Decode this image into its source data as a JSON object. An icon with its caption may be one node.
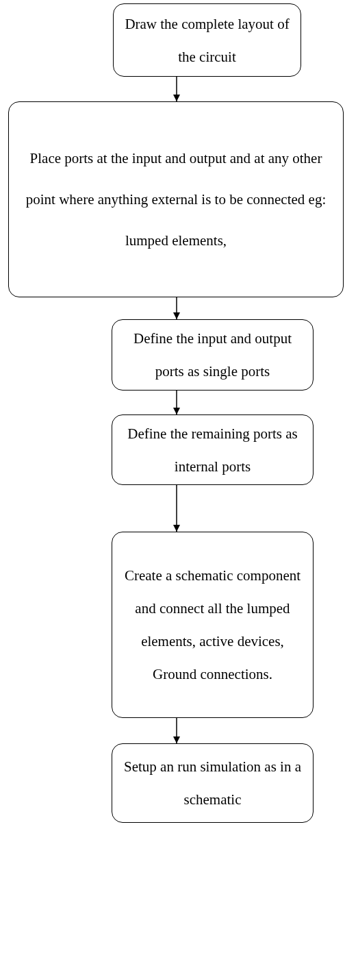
{
  "diagram": {
    "nodes": [
      {
        "text": [
          "Draw the complete layout of the circuit"
        ]
      },
      {
        "text": [
          "Place ports at the input and output and at any other point where anything external is to be connected eg: lumped elements,"
        ]
      },
      {
        "text": [
          "Define the input and output ports as single ports"
        ]
      },
      {
        "text": [
          "Define the remaining ports as internal ports"
        ]
      },
      {
        "text": [
          "Create a schematic component and connect all the lumped elements, active devices, Ground connections."
        ]
      },
      {
        "text": [
          "Setup an run simulation as in a schematic"
        ]
      }
    ],
    "edges": [
      {
        "from": 0,
        "to": 1,
        "arrow": "to"
      },
      {
        "from": 1,
        "to": 2,
        "arrow": "to"
      },
      {
        "from": 2,
        "to": 3,
        "arrow": "to"
      },
      {
        "from": 3,
        "to": 4,
        "arrow": "to"
      },
      {
        "from": 4,
        "to": 5,
        "arrow": "to"
      }
    ]
  }
}
